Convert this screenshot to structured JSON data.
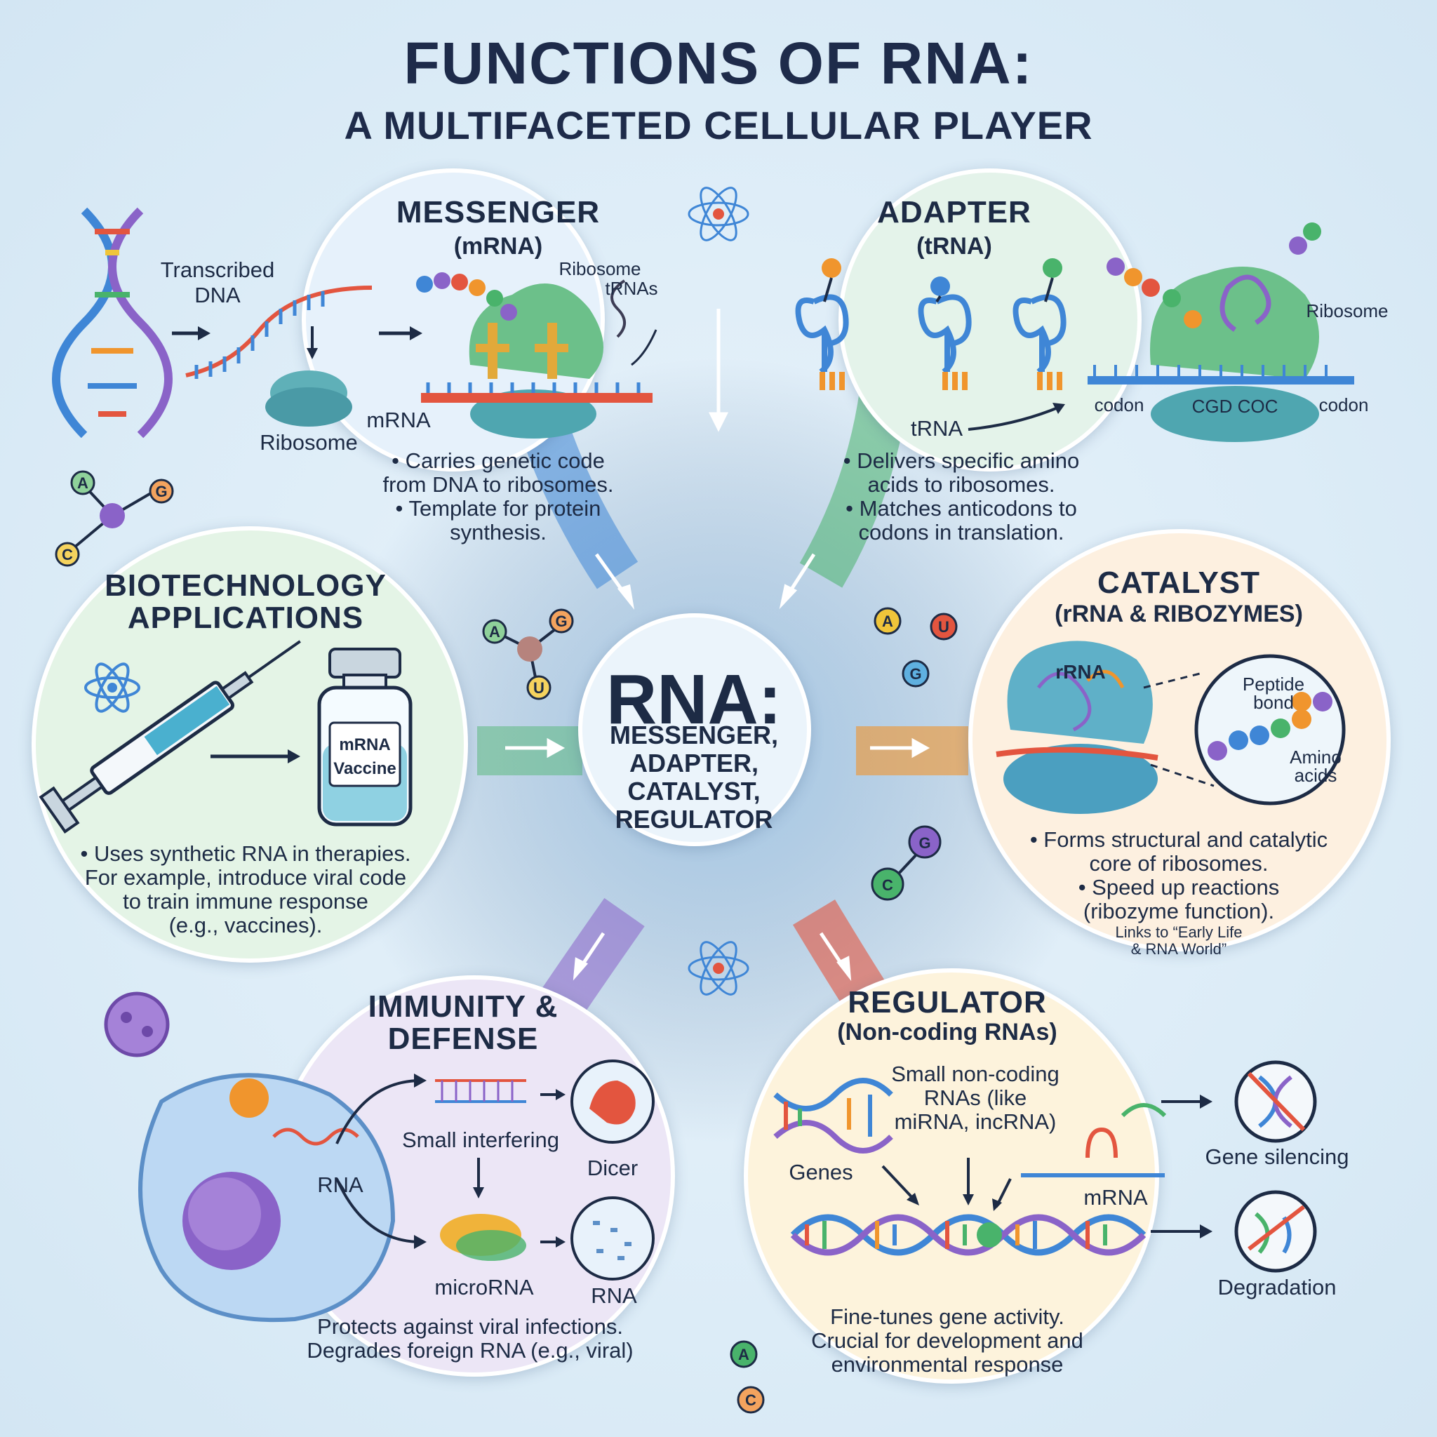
{
  "title": {
    "line1": "FUNCTIONS OF RNA:",
    "line2": "A MULTIFACETED CELLULAR PLAYER"
  },
  "center": {
    "heading": "RNA:",
    "roles": [
      "MESSENGER,",
      "ADAPTER,",
      "CATALYST,",
      "REGULATOR"
    ]
  },
  "messenger": {
    "title": "MESSENGER",
    "subtitle": "(mRNA)",
    "labels": {
      "transcribed": "Transcribed",
      "dna": "DNA",
      "ribosome_top": "Ribosome",
      "trnas": "tRNAs",
      "mrna": "mRNA",
      "ribosome": "Ribosome"
    },
    "bullets": [
      "• Carries genetic code",
      "from DNA to ribosomes.",
      "• Template for protein",
      "synthesis."
    ]
  },
  "adapter": {
    "title": "ADAPTER",
    "subtitle": "(tRNA)",
    "labels": {
      "ribosome": "Ribosome",
      "codon_left": "codon",
      "codon_mid": "CGD COC",
      "codon_right": "codon",
      "trna": "tRNA"
    },
    "bullets": [
      "• Delivers specific amino",
      "acids to ribosomes.",
      "• Matches anticodons to",
      "codons in translation."
    ]
  },
  "biotech": {
    "title_1": "BIOTECHNOLOGY",
    "title_2": "APPLICATIONS",
    "labels": {
      "vaccine_1": "mRNA",
      "vaccine_2": "Vaccine"
    },
    "bullets": [
      "• Uses synthetic RNA in therapies.",
      "For example, introduce viral code",
      "to train immune response",
      "(e.g., vaccines)."
    ]
  },
  "catalyst": {
    "title": "CATALYST",
    "subtitle": "(rRNA & RIBOZYMES)",
    "labels": {
      "rrna": "rRNA",
      "peptide_1": "Peptide",
      "peptide_2": "bond",
      "amino_1": "Amino",
      "amino_2": "acids"
    },
    "bullets": [
      "• Forms structural and catalytic",
      "core of ribosomes.",
      "• Speed up reactions",
      "(ribozyme function)."
    ],
    "note": [
      "Links to “Early Life",
      "& RNA World”"
    ]
  },
  "immunity": {
    "title_1": "IMMUNITY &",
    "title_2": "DEFENSE",
    "labels": {
      "small_interfering": "Small interfering",
      "rna_left": "RNA",
      "dicer": "Dicer",
      "microrna": "microRNA",
      "rna_right": "RNA"
    },
    "bullets": [
      "Protects against viral infections.",
      "Degrades foreign RNA (e.g., viral)"
    ]
  },
  "regulator": {
    "title": "REGULATOR",
    "subtitle": "(Non-coding RNAs)",
    "labels": {
      "small_1": "Small non-coding",
      "small_2": "RNAs (like",
      "small_3": "miRNA, incRNA)",
      "genes": "Genes",
      "mrna": "mRNA",
      "gene_silencing": "Gene silencing",
      "degradation": "Degradation"
    },
    "bullets": [
      "Fine-tunes gene activity.",
      "Crucial for development and",
      "environmental response"
    ]
  },
  "nucleotides": [
    "A",
    "G",
    "C",
    "U"
  ],
  "colors": {
    "messenger": "#e6f1fb",
    "adapter": "#e4f3ea",
    "biotech": "#e4f4e6",
    "catalyst": "#fdf0e0",
    "immunity": "#ece6f6",
    "regulator": "#fdf3dc",
    "blue": "#3f86d6",
    "green": "#49b36b",
    "orange": "#f0952d",
    "purple": "#8a63c8",
    "red": "#e3553f"
  }
}
